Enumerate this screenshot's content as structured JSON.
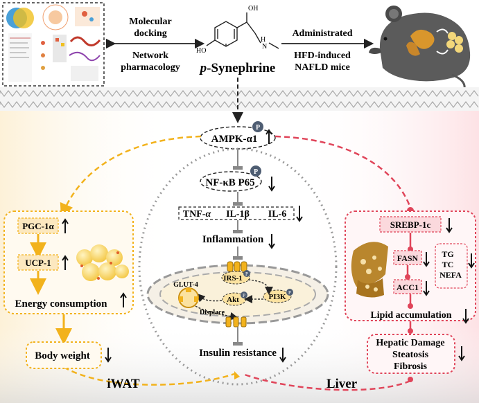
{
  "top": {
    "left_label_1": "Molecular",
    "left_label_2": "docking",
    "left_label_3": "Network",
    "left_label_4": "pharmacology",
    "compound_prefix": "p",
    "compound_name": "-Synephrine",
    "right_label_1": "Administrated",
    "right_label_2": "HFD-induced",
    "right_label_3": "NAFLD mice",
    "mol_oh_top": "OH",
    "mol_oh_left": "HO",
    "mol_h": "H",
    "mol_n": "N"
  },
  "center": {
    "ampk": "AMPK-α1",
    "nfkb": "NF-κB P65",
    "tnf": "TNF-α",
    "il1b": "IL-1β",
    "il6": "IL-6",
    "inflammation": "Inflammation",
    "irs1": "IRS-1",
    "akt": "Akt",
    "pi3k": "PI3K",
    "glut4": "GLUT-4",
    "displace": "Displace",
    "insulin_resistance": "Insulin resistance",
    "phospho": "P"
  },
  "iwat": {
    "pgc1a": "PGC-1α",
    "ucp1": "UCP-1",
    "energy": "Energy consumption",
    "body_weight": "Body weight",
    "title": "iWAT"
  },
  "liver": {
    "srebp": "SREBP-1c",
    "fasn": "FASN",
    "acc1": "ACC1",
    "tg": "TG",
    "tc": "TC",
    "nefa": "NEFA",
    "lipid": "Lipid accumulation",
    "hepatic": "Hepatic Damage",
    "steatosis": "Steatosis",
    "fibrosis": "Fibrosis",
    "title": "Liver"
  },
  "colors": {
    "iwat_accent": "#f2b21c",
    "liver_accent": "#e0455a",
    "iwat_box_fill": "#fce8bf",
    "liver_box_fill": "#fbd9dd",
    "gray_line": "#8a8a8a"
  }
}
